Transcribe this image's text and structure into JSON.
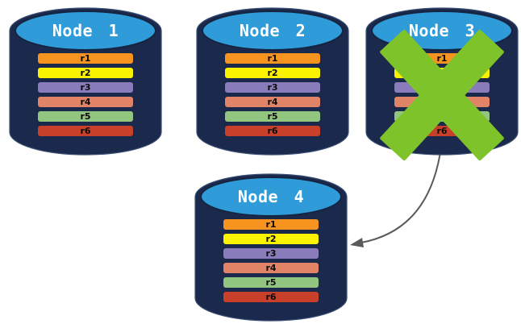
{
  "diagram": {
    "description": "Replica redistribution after node failure",
    "arrow": {
      "from": "Node 3",
      "to": "Node 4"
    }
  },
  "colors": {
    "cylinder_body": "#1B2A4C",
    "cylinder_top": "#2F9BD8",
    "cross": "#7FC32B",
    "arrow": "#5A5A5A"
  },
  "replica_colors": {
    "r1": "#F79420",
    "r2": "#FBF200",
    "r3": "#8A7CBB",
    "r4": "#E08366",
    "r5": "#92C57F",
    "r6": "#C8402A"
  },
  "nodes": [
    {
      "label": "Node 1",
      "status": "active",
      "replicas": [
        "r1",
        "r2",
        "r3",
        "r4",
        "r5",
        "r6"
      ]
    },
    {
      "label": "Node 2",
      "status": "active",
      "replicas": [
        "r1",
        "r2",
        "r3",
        "r4",
        "r5",
        "r6"
      ]
    },
    {
      "label": "Node 3",
      "status": "failed",
      "replicas": [
        "r1",
        "r2",
        "r3",
        "r4",
        "r5",
        "r6"
      ]
    },
    {
      "label": "Node 4",
      "status": "active",
      "replicas": [
        "r1",
        "r2",
        "r3",
        "r4",
        "r5",
        "r6"
      ]
    }
  ]
}
